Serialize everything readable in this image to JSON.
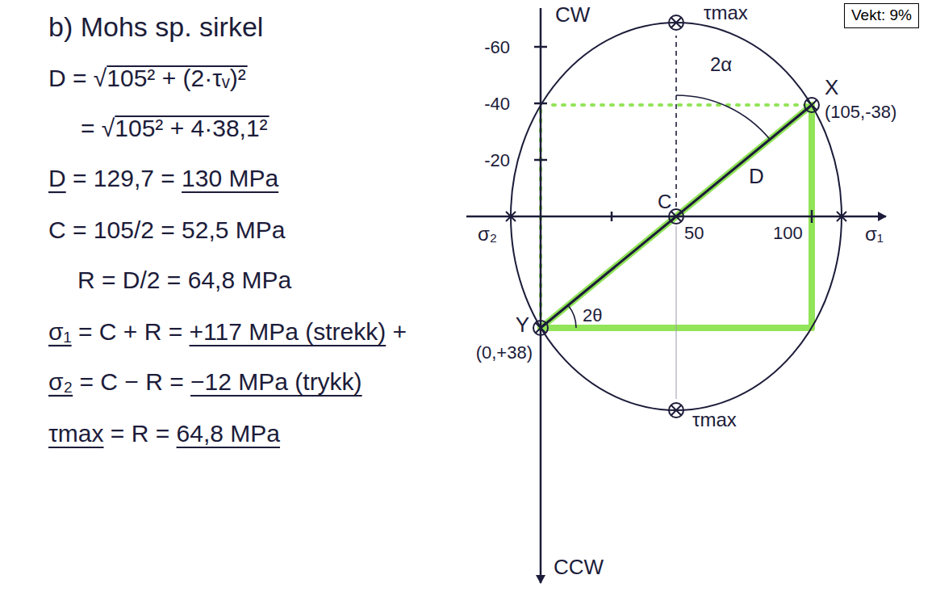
{
  "diagram": {
    "title": "b) Mohs sp. sirkel",
    "nodes": [
      {
        "text": [
          "Vekt: 9%"
        ]
      }
    ],
    "labels": [
      "D = √105² + (2·τᵥ)²",
      "= √105² + 4·38,1²",
      "D = 129,7 = 130 MPa",
      "C = 105/2 = 52,5 MPa",
      "R = D/2 = 64,8 MPa",
      "σ₁ = C + R = +117 MPa (strekk) +",
      "σ₂ = C − R = −12 MPa (trykk)",
      "τmax = R = 64,8 MPa",
      "CW",
      "-60",
      "-40",
      "-20",
      "τmax",
      "2α",
      "D",
      "X",
      "(105,-38)",
      "σ₂",
      "C",
      "50",
      "100",
      "σ₁",
      "2θ",
      "Y",
      "(0,+38)",
      "τmax",
      "CCW"
    ]
  }
}
